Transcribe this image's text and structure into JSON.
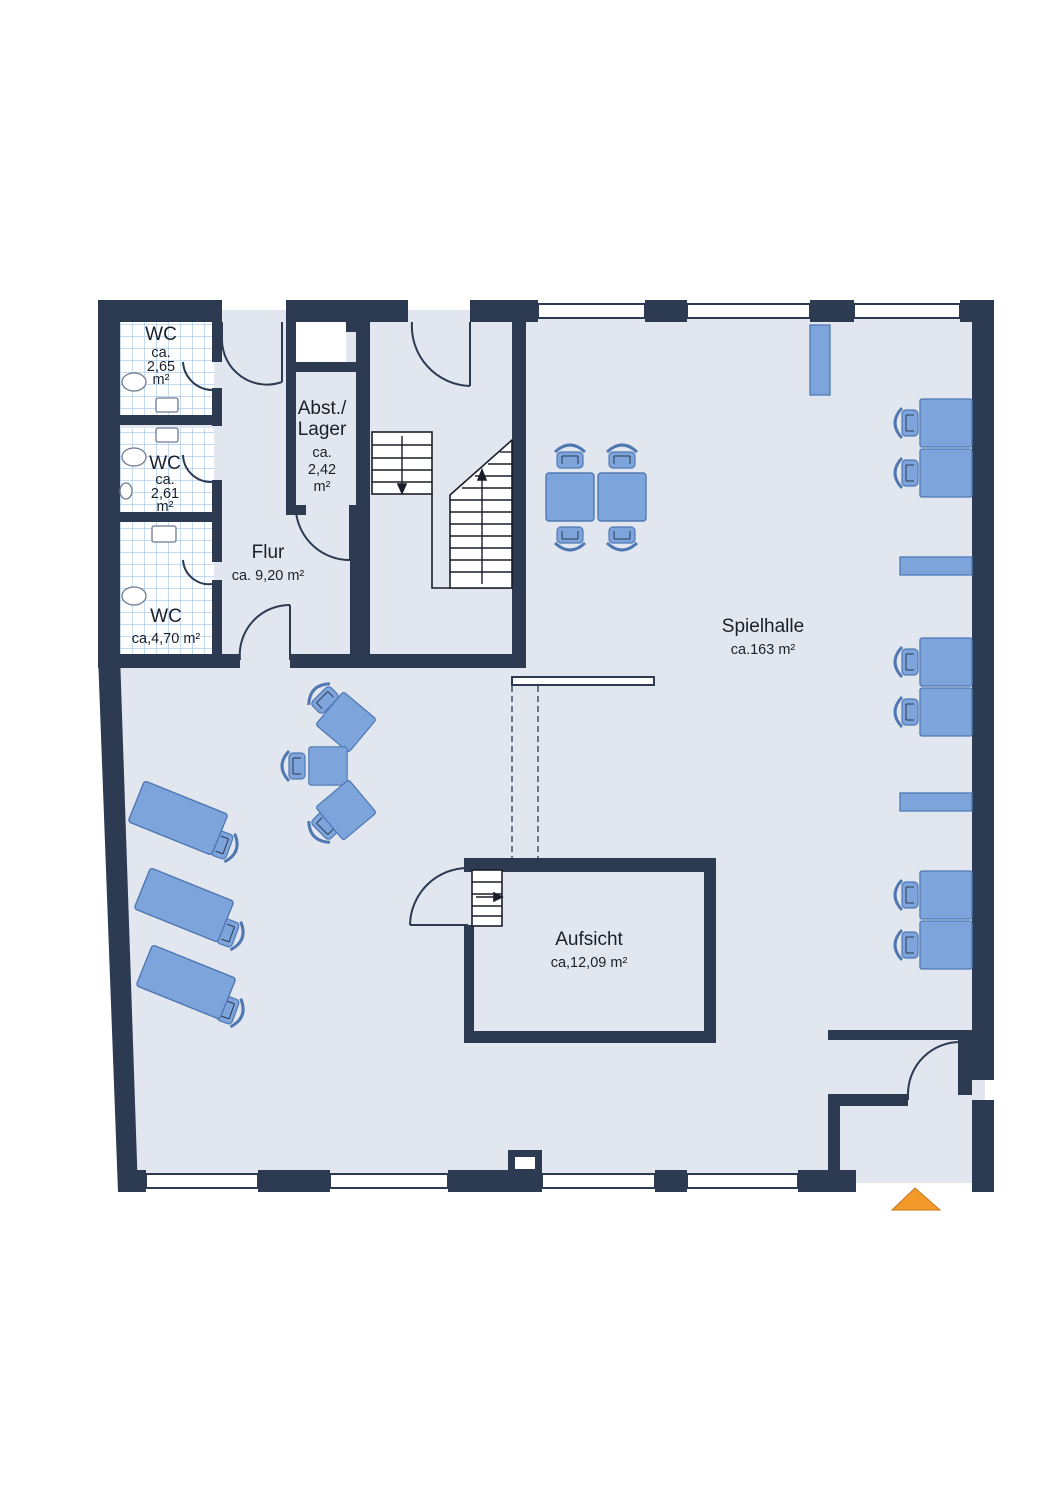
{
  "colors": {
    "wall": "#2c3a52",
    "floor": "#e2e7ef",
    "furniture": "#7ea4dc",
    "furniture_stroke": "#4f78b3",
    "tile": "#9fc3e6",
    "entrance_arrow": "#f39a2b"
  },
  "rooms": {
    "wc1": {
      "name": "WC",
      "area_lines": [
        "ca.",
        "2,65",
        "m²"
      ]
    },
    "wc2": {
      "name": "WC",
      "area_lines": [
        "ca.",
        "2,61",
        "m²"
      ]
    },
    "wc3": {
      "name": "WC",
      "area": "ca,4,70 m²"
    },
    "lager": {
      "name_lines": [
        "Abst./",
        "Lager"
      ],
      "area_lines": [
        "ca.",
        "2,42",
        "m²"
      ]
    },
    "flur": {
      "name": "Flur",
      "area": "ca. 9,20 m²"
    },
    "spielhalle": {
      "name": "Spielhalle",
      "area": "ca.163 m²"
    },
    "aufsicht": {
      "name": "Aufsicht",
      "area": "ca,12,09 m²"
    }
  },
  "icons": {
    "entrance": "entrance-arrow-icon",
    "toilet": "toilet-icon",
    "sink": "sink-icon",
    "chair": "chair-icon",
    "staircase": "staircase-icon"
  }
}
